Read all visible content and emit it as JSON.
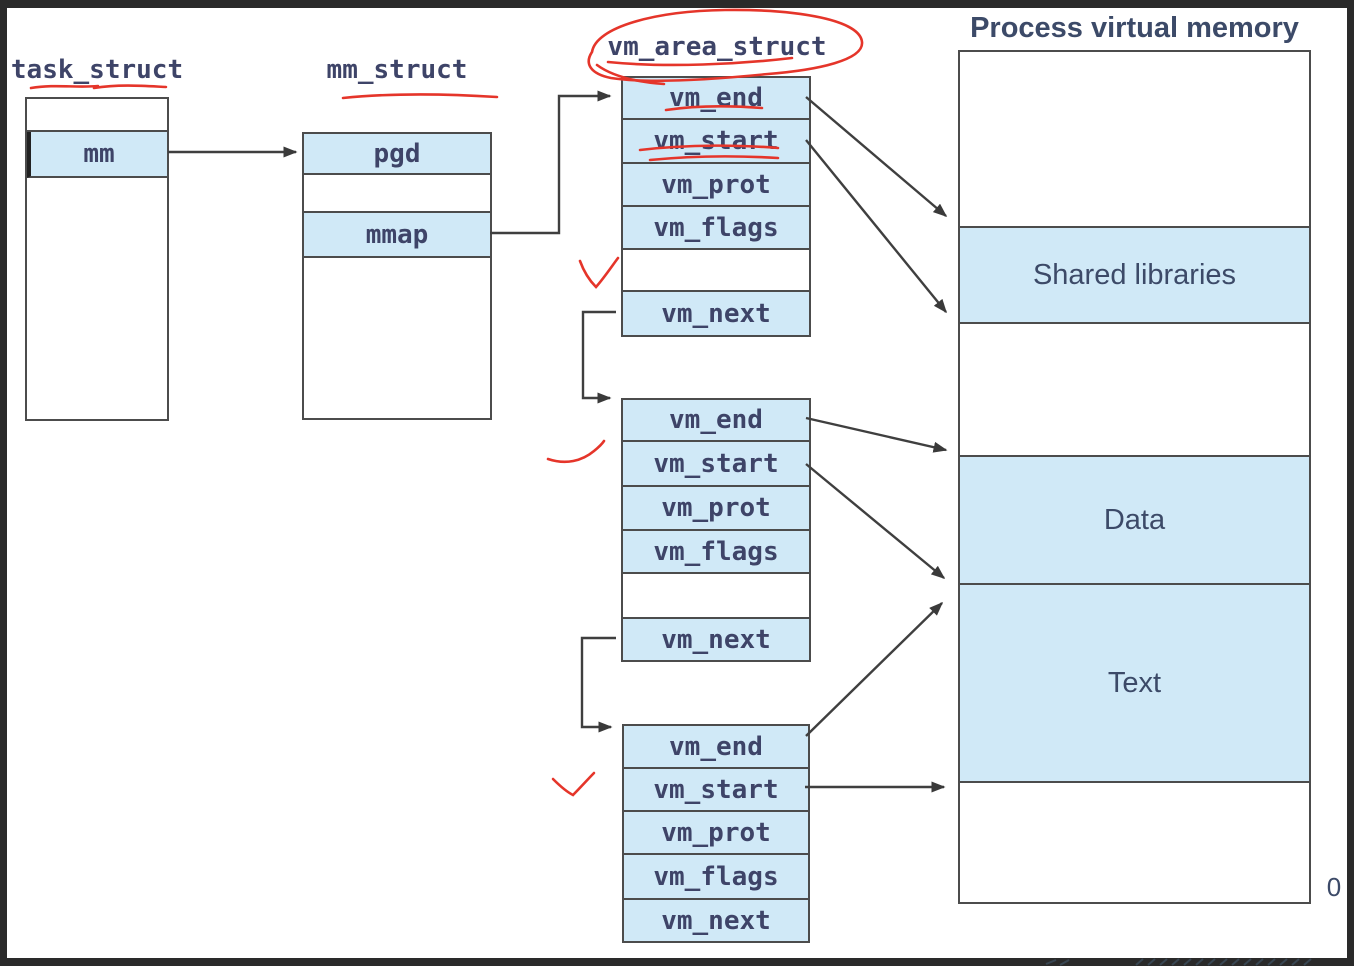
{
  "diagram": {
    "task_struct": {
      "title": "task_struct",
      "mm_field": "mm"
    },
    "mm_struct": {
      "title": "mm_struct",
      "pgd_field": "pgd",
      "mmap_field": "mmap"
    },
    "vm_area_struct": {
      "title": "vm_area_struct",
      "node1": {
        "rows": [
          "vm_end",
          "vm_start",
          "vm_prot",
          "vm_flags",
          "",
          "vm_next"
        ]
      },
      "node2": {
        "rows": [
          "vm_end",
          "vm_start",
          "vm_prot",
          "vm_flags",
          "",
          "vm_next"
        ]
      },
      "node3": {
        "rows": [
          "vm_end",
          "vm_start",
          "vm_prot",
          "vm_flags",
          "vm_next"
        ]
      }
    },
    "memory_map": {
      "title": "Process virtual memory",
      "segments": [
        "",
        "Shared libraries",
        "",
        "Data",
        "Text",
        ""
      ],
      "origin_label": "0"
    }
  },
  "annotations": {
    "color": "#e5352a",
    "marks": [
      "underline-task_struct-title",
      "underline-mm_struct-title",
      "circle-around-vm_area_struct-title",
      "underline-vm_area_struct-title",
      "underline-vm_end-node1",
      "underline-vm_start-node1",
      "checkmark-left-of-node1",
      "swoosh-left-of-node2",
      "checkmark-left-of-node3"
    ]
  },
  "colors": {
    "cell_blue": "#d0e9f7",
    "box_border": "#4c4c4c",
    "arrow": "#3f3f3f",
    "annotation_red": "#e5352a",
    "mono_text": "#3e4468",
    "sans_text": "#3c4a68",
    "frame": "#2a2a2a"
  }
}
